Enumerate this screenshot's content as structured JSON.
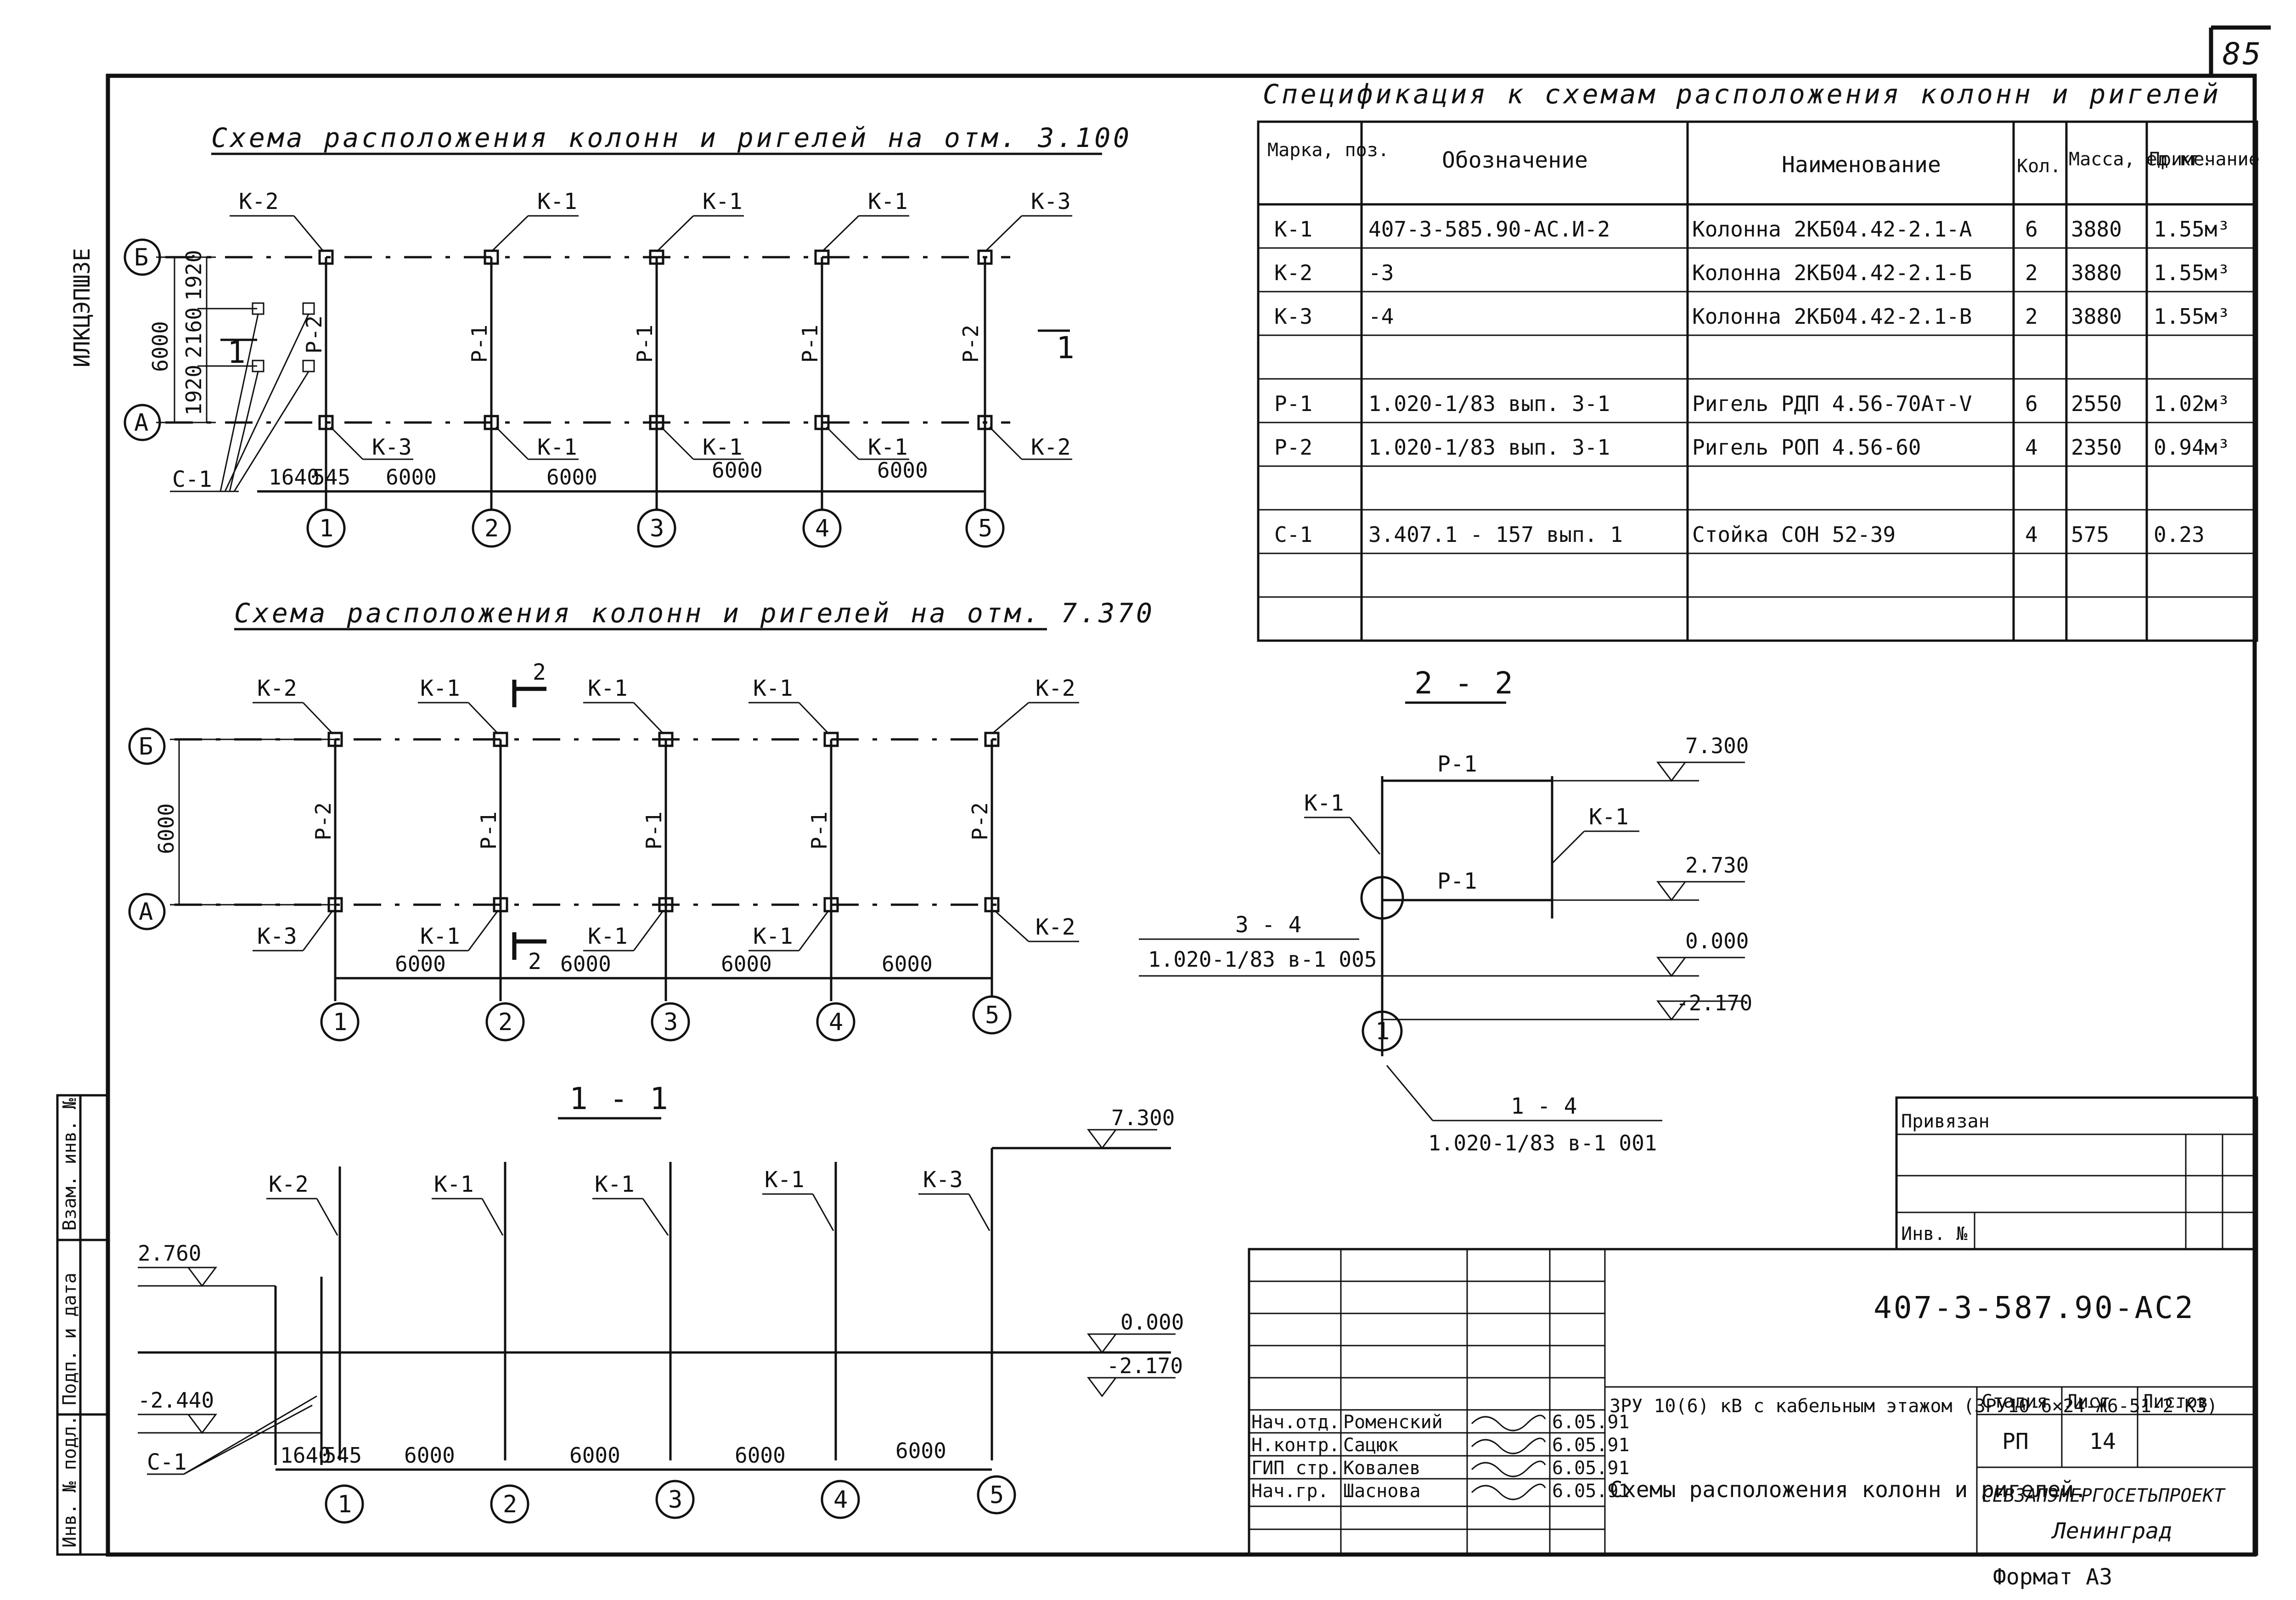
{
  "sheet_number": "85",
  "side_stamp": "ИЛКЦЭПШЗЕ",
  "format_label": "Формат А3",
  "left_strip": [
    "Инв. № подл.",
    "Подп. и дата",
    "Взам. инв. №"
  ],
  "plan1": {
    "title": "Схема расположения колонн и ригелей на отм. 3.100",
    "axes_rows": [
      "Б",
      "А"
    ],
    "axes_cols": [
      "1",
      "2",
      "3",
      "4",
      "5"
    ],
    "top_marks": [
      "К-2",
      "К-1",
      "К-1",
      "К-1",
      "К-3"
    ],
    "bottom_marks": [
      "К-3",
      "К-1",
      "К-1",
      "К-1",
      "К-2"
    ],
    "beams": [
      "Р-2",
      "Р-1",
      "Р-1",
      "Р-1",
      "Р-2"
    ],
    "dims_h": [
      "1640",
      "545",
      "6000",
      "6000",
      "6000",
      "6000"
    ],
    "dims_v": [
      "6000",
      "1920",
      "2160",
      "1920"
    ],
    "c1": "С-1",
    "cut_mark": "1",
    "cut_mark2": "1"
  },
  "plan2": {
    "title": "Схема расположения колонн и ригелей на отм. 7.370",
    "axes_rows": [
      "Б",
      "А"
    ],
    "axes_cols": [
      "1",
      "2",
      "3",
      "4",
      "5"
    ],
    "top_marks": [
      "К-2",
      "К-1",
      "К-1",
      "К-1",
      "К-2"
    ],
    "bottom_marks": [
      "К-3",
      "К-1",
      "К-1",
      "К-1",
      "К-2"
    ],
    "beams": [
      "Р-2",
      "Р-1",
      "Р-1",
      "Р-1",
      "Р-2"
    ],
    "dims_h": [
      "6000",
      "6000",
      "6000",
      "6000"
    ],
    "dim_v": "6000",
    "cut": "2"
  },
  "section22": {
    "title": "2 - 2",
    "beams": [
      "Р-1",
      "Р-1"
    ],
    "cols": [
      "К-1",
      "К-1"
    ],
    "levels": [
      "7.300",
      "2.730",
      "0.000",
      "-2.170"
    ],
    "ref1_mark": "3 - 4",
    "ref1_doc": "1.020-1/83 в-1 005",
    "ref2_mark": "1 - 4",
    "ref2_doc": "1.020-1/83 в-1 001",
    "axis": "1"
  },
  "section11": {
    "title": "1 - 1",
    "marks": [
      "К-2",
      "К-1",
      "К-1",
      "К-1",
      "К-3"
    ],
    "levels": [
      "7.300",
      "2.760",
      "0.000",
      "-2.440",
      "-2.170"
    ],
    "dims": [
      "1640",
      "545",
      "6000",
      "6000",
      "6000",
      "6000"
    ],
    "c1": "С-1",
    "axes": [
      "1",
      "2",
      "3",
      "4",
      "5"
    ]
  },
  "spec": {
    "title": "Спецификация к схемам расположения колонн и ригелей",
    "headers": [
      "Марка, поз.",
      "Обозначение",
      "Наименование",
      "Кол.",
      "Масса, ед.кг.",
      "Примечание"
    ],
    "rows": [
      [
        "К-1",
        "407-3-585.90-АС.И-2",
        "Колонна 2КБ04.42-2.1-А",
        "6",
        "3880",
        "1.55м³"
      ],
      [
        "К-2",
        "-3",
        "Колонна 2КБ04.42-2.1-Б",
        "2",
        "3880",
        "1.55м³"
      ],
      [
        "К-3",
        "-4",
        "Колонна 2КБ04.42-2.1-В",
        "2",
        "3880",
        "1.55м³"
      ],
      [
        "",
        "",
        "",
        "",
        "",
        ""
      ],
      [
        "Р-1",
        "1.020-1/83 вып. 3-1",
        "Ригель РДП 4.56-70Ат-V",
        "6",
        "2550",
        "1.02м³"
      ],
      [
        "Р-2",
        "1.020-1/83 вып. 3-1",
        "Ригель РОП 4.56-60",
        "4",
        "2350",
        "0.94м³"
      ],
      [
        "",
        "",
        "",
        "",
        "",
        ""
      ],
      [
        "С-1",
        "3.407.1 - 157 вып. 1",
        "Стойка СОН 52-39",
        "4",
        "575",
        "0.23"
      ],
      [
        "",
        "",
        "",
        "",
        "",
        ""
      ],
      [
        "",
        "",
        "",
        "",
        "",
        ""
      ]
    ]
  },
  "binding": {
    "label": "Привязан",
    "inv": "Инв. №"
  },
  "stamp": {
    "code": "407-3-587.90-АС2",
    "project": "ЗРУ 10(6) кВ с кабельным этажом (ЗРУ10-6×24-Ж6-51-2-КЗ)",
    "sheet_title": "Схемы расположения колонн и ригелей.",
    "stage_hdr": "Стадия",
    "sheet_hdr": "Лист",
    "sheets_hdr": "Листов",
    "stage": "РП",
    "sheet": "14",
    "sheets": "",
    "org": "СЕВЗАПЭНЕРГОСЕТЬПРОЕКТ",
    "city": "Ленинград",
    "roles": [
      {
        "role": "Нач.отд.",
        "name": "Роменский",
        "date": "6.05.91"
      },
      {
        "role": "Н.контр.",
        "name": "Сацюк",
        "date": "6.05.91"
      },
      {
        "role": "ГИП стр.",
        "name": "Ковалев",
        "date": "6.05.91"
      },
      {
        "role": "Нач.гр.",
        "name": "Шаснова",
        "date": "6.05.91"
      }
    ]
  }
}
